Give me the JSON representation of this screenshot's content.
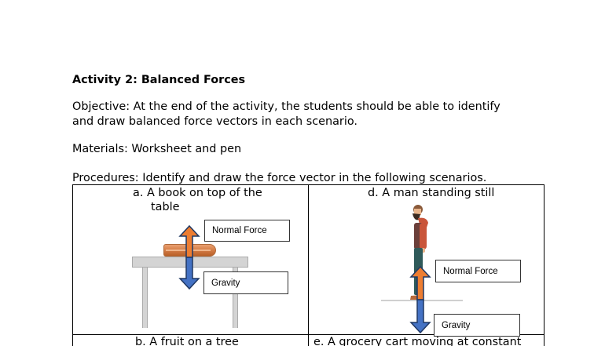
{
  "document": {
    "title": "Activity 2: Balanced Forces",
    "objective_line1": "Objective: At the end of the activity, the students should be able to identify",
    "objective_line2": "and draw balanced force vectors in each scenario.",
    "materials": "Materials: Worksheet and pen",
    "procedures": "Procedures: Identify and draw the force vector in the following scenarios."
  },
  "table": {
    "cells": [
      {
        "id": "a",
        "title_line1": "a.  A book on top of the",
        "title_line2": "table",
        "labels": {
          "up": "Normal Force",
          "down": "Gravity"
        }
      },
      {
        "id": "d",
        "title_line1": "d. A man standing still",
        "labels": {
          "up": "Normal Force",
          "down": "Gravity"
        }
      },
      {
        "id": "b",
        "title_line1": "b.  A fruit on a tree"
      },
      {
        "id": "e",
        "title_line1": "e. A grocery cart moving at constant"
      }
    ]
  },
  "colors": {
    "normal_force_arrow": "#ed7d31",
    "gravity_arrow": "#4472c4",
    "arrow_outline": "#1f3864"
  }
}
